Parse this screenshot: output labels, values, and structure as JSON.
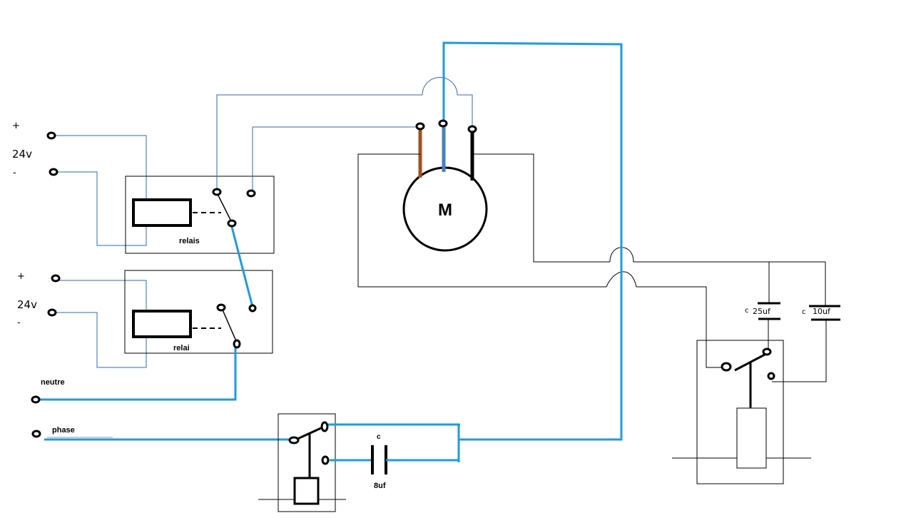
{
  "diagram": {
    "title": "",
    "supply_1": {
      "plus": "+",
      "voltage": "24v",
      "minus": "-"
    },
    "supply_2": {
      "plus": "+",
      "voltage": "24v",
      "minus": "-"
    },
    "relay_1": {
      "label": "relais"
    },
    "relay_2": {
      "label": "relai"
    },
    "neutral": {
      "label": "neutre"
    },
    "phase": {
      "label": "phase"
    },
    "motor": {
      "label": "M"
    },
    "cap_main": {
      "label": "c",
      "value": "8uf"
    },
    "cap_25": {
      "label": "c",
      "value": "25uf"
    },
    "cap_10": {
      "label": "c",
      "value": "10uf"
    },
    "colors": {
      "thick_wire": "#1e9be0",
      "thin_wire": "#2e6bb0",
      "motor_lead_brown": "#a0521c",
      "motor_lead_blue": "#4a7fc0",
      "motor_lead_black": "#000000"
    }
  }
}
